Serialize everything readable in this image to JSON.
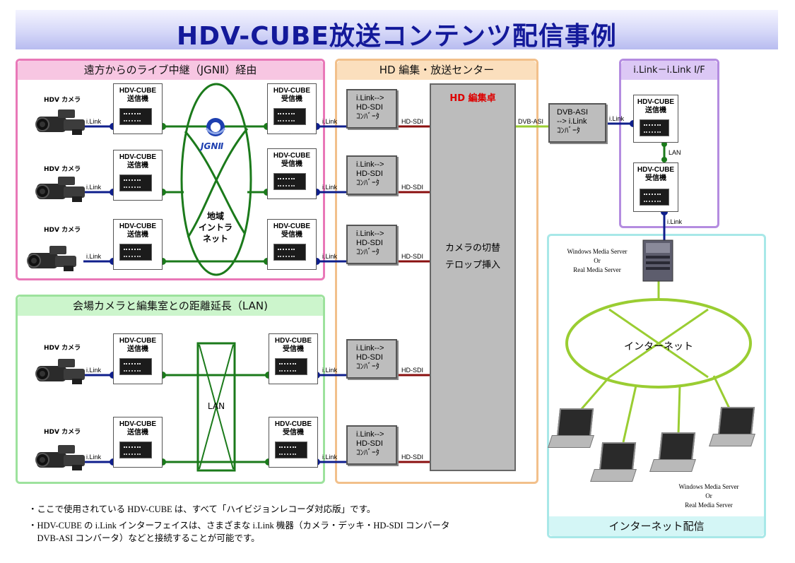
{
  "title": "HDV-CUBE放送コンテンツ配信事例",
  "sections": {
    "jgn": "遠方からのライブ中継（JGNⅡ）経由",
    "lan": "会場カメラと編集室との距離延長（LAN)",
    "center": "HD 編集・放送センター",
    "ilink": "i.Link－i.Link I/F",
    "internet": "インターネット配信"
  },
  "labels": {
    "camera": "HDV カメラ",
    "tx": "HDV-CUBE\n送信機",
    "rx": "HDV-CUBE\n受信機",
    "ilink": "i.Link",
    "conv": "i.Link-->\nHD-SDI\nｺﾝﾊﾞｰﾀ",
    "hdsdi": "HD-SDI",
    "dvbasi": "DVB-ASI",
    "dvbconv": "DVB-ASI\n--> i.Link\nｺﾝﾊﾞｰﾀ",
    "lan_line": "LAN",
    "lan_cloud": "LAN",
    "jgn_logo": "JGNⅡ",
    "intranet": "地域\nイントラ\nネット",
    "edit_desk": "HD 編集卓",
    "edit_desc": "カメラの切替\nテロップ挿入",
    "internet_cloud": "インターネット",
    "server1": "Windows Media Server\nOr\nReal Media Server",
    "server2": "Windows Media Server\nOr\nReal Media Server"
  },
  "notes": [
    "・ここで使用されている HDV-CUBE は、すべて「ハイビジョンレコーダ対応版」です。",
    "・HDV-CUBE の i.Link インターフェイスは、さまざまな i.Link 機器（カメラ・デッキ・HD-SDI コンバータ",
    "　DVB-ASI コンバータ）などと接続することが可能です。"
  ],
  "colors": {
    "title": "#13199a",
    "jgn_border": "#e978b8",
    "jgn_head": "#f7c6e2",
    "lan_border": "#9de29d",
    "lan_head": "#ccf5cc",
    "center_border": "#f2c08b",
    "center_head": "#fbdfbd",
    "ilink_border": "#b48ce0",
    "ilink_head": "#dcc8f5",
    "internet_border": "#a8e8e8",
    "internet_head": "#d4f6f6",
    "green_line": "#1b7a1b",
    "blue_line": "#0f1f8c",
    "red_line": "#8a0f0f",
    "olive_line": "#9acd32",
    "desk_red": "#dd0000"
  }
}
